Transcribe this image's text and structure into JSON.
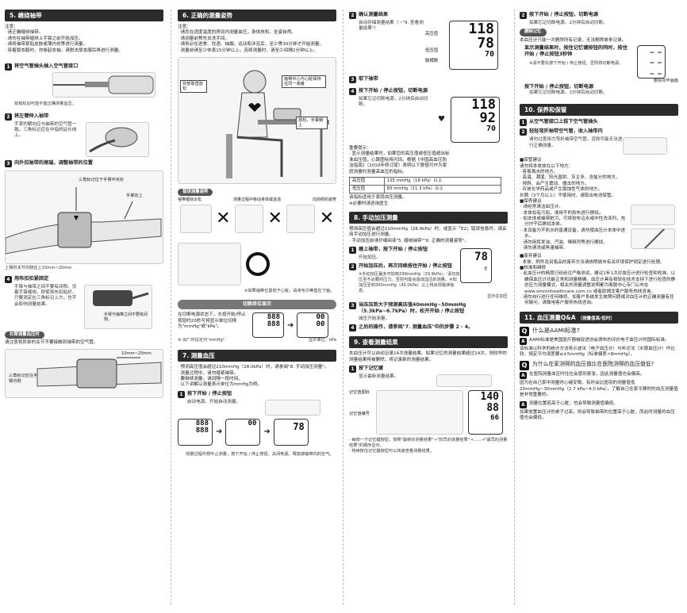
{
  "c1": {
    "title": "5. 缠绕袖带",
    "notes_head": "注意：",
    "notes": [
      "· 请正确缠绕袖带。",
      "· 请勿在袖带缠绕上手臂之前开始加压。",
      "· 请将袖带紧贴皮肤或薄内衣等进行测量。",
      "· 穿着厚衣服时，勿卷起衣袖，请脱去厚衣服后再进行测量。"
    ],
    "s1_title": "将空气管插头插入空气管接口",
    "s1_note": "如有松动可能不能正确测量血压。",
    "s2_title": "将左臂伸入袖带",
    "s2_text": "手掌的朝向应与袖带的空气管一致。三角标记应在中指的延长线上。",
    "s3_title": "向外拉袖带的尾端，调整袖带的位置",
    "s3_label1": "三角标记位于手臂中央处",
    "s3_label2": "手掌向上",
    "s3_measure": "上臂肘关节内侧往上10mm~20mm",
    "s4_title": "用布扣扣紧固定",
    "s4_text": "手臂与袖带之间不要有间隙。没着手臂缠绕。即使将布扣粘好，只要测定在三角标记上方，也不会影响测量结果。",
    "s4_label": "手臂与袖带之间不要有间隙。",
    "right_pill": "右臂测量血压时",
    "right_text": "请注意将肘部的关节不要接触到袖带的空气管。",
    "right_measure": "10mm~20mm",
    "right_label": "三角标记应在手臂内侧"
  },
  "c2": {
    "title": "6. 正确的测量姿势",
    "notes_head": "注意：",
    "notes": [
      "· 请您在适度温度的房间内测量血压，身体放松，坐姿自然。",
      "· 请测量前预先去洗手间。",
      "· 请务必在进食、饮酒、抽烟、运动和沐浴后，至少等30分钟才开始测量。",
      "· 测量前请至少休息15分钟以上，连续测量时，请至少间隔2分钟以上。"
    ],
    "callout1": "背部靠直放松",
    "callout2": "袖带中心与心脏保持在同一高度",
    "callout3": "放松，手掌朝上",
    "wrong_pill": "错误测量姿势",
    "wrong1": "袖带缠绕太松",
    "wrong2": "测量过程中移动身体或说话",
    "wrong3": "向前倾的姿势",
    "ok_note": "※如果袖带位置低于心脏，请将毛巾等垫在下面。",
    "unit_pill": "切换单位显示",
    "unit_text": "在切断电源状态下，长按开始/停止按钮约20秒可将显示单位切换为\"mmHg\"或\"kPa\"。",
    "unit_note": "※ 出厂时设定为\"mmHg\"",
    "unit_label": "显示单位：kPa",
    "s7_title": "7. 测量血压",
    "s7_notes": [
      "· 预测高压值会超过210mmHg（28.0kPa）时，请参阅\"8. 手动加压测量\"。",
      "· 测量过程中，请勿缠紧袖带。",
      "· 要继续测量，请间隔一段时间。",
      "· 以下讲解以测量表示单位为mmHg为例。"
    ],
    "s7_s1_title": "按下开始 / 停止按钮",
    "s7_s1_text": "启动电源，开始自动测量。",
    "s7_bottom": "测量过程中想中止测量，按下开始 / 停止按钮，关闭电源。释放掉袖带内的空气。",
    "lcd_placeholder": "888",
    "lcd_zero": "00",
    "lcd_78": "78"
  },
  "c3": {
    "s2_title": "确认测量结果",
    "s2_text": "自动存储测量结果（☞\"9. 查看测量结果\"）",
    "lbl_high": "高压值",
    "lbl_low": "低压值",
    "lbl_pulse": "脉搏数",
    "v_high": "118",
    "v_low": "78",
    "v_pulse": "70",
    "s3_title": "取下袖带",
    "s4_title": "按下开始 / 停止按钮，切断电源",
    "s4_text": "如果忘记切断电源，2分钟后自动切断。",
    "v2_high": "118",
    "v2_low": "92",
    "v2_pulse": "70",
    "tip_head": "重要提示：",
    "tip_text": "· 显示测量结果时，如果您的高压值或低压值超出标准血压值，心跳图标将闪烁。根据《中国高血压防治指南》（2010年修订版）表明以下数值可作为家庭测量时测量高血压的指标。",
    "table": [
      [
        "高压值",
        "135 mmHg（18 kPa）以上"
      ],
      [
        "低压值",
        "85 mmHg（11.3 kPa）以上"
      ]
    ],
    "table_note1": "该指标适用于家庭血压测量。",
    "table_note2": "※必要时请咨询医生",
    "s8_title": "8. 手动加压测量",
    "s8_text": "预测高压值会超过210mmHg（28.0kPa）时，或显示「E2」错误信息时，请采用手动加压进行测量。",
    "s8_note": "· 手动加压前请仔细阅读\"5. 缠绕袖带\"\"6. 正确的测量姿势\"。",
    "s8_s1_title": "缠上袖带，按下开始 / 停止按钮",
    "s8_s1_text": "开始加压。",
    "s8_s2_title": "开始加压后，再次持续按住开始 / 停止按钮",
    "s8_s2_text": "※手动加压最多可加到299mmHg（39.9kPa），请勿加压至不必要的压力。否则可能会造成血压的测量。※如加压至到300mmHg（40.0kPa）以上将出现错误信息。",
    "s8_s2_label": "显示在加压",
    "s8_s3_title": "当压压到大于预测高压值40mmHg~50mmHg（5.3kPa~6.7kPa）时，松开开始 / 停止按钮",
    "s8_s3_text": "减压开始测量。",
    "s8_s4_title": "之后的操作，请参阅\"7. 测量血压\"中的步骤 2 - 4。",
    "s9_title": "9. 查看测量结果",
    "s9_text": "本血压计可以自动记录14次测量结果。如果记忆的测量结果超过14次，则较早的测量结果将被删除，将记录新的测量结果。",
    "s9_s1_title": "按下记忆键",
    "s9_s1_text": "显示最新测量结果。",
    "mem_icon_label": "记忆值图标",
    "mem_no_label": "记忆值编号",
    "v3_high": "140",
    "v3_low": "88",
    "v3_pulse": "66",
    "s9_bullets": [
      "· 每按一下记忆键按钮，按照\"最新的测量结果\"→\"较早的测量结果\"→……→\"最早的测量结果\"的顺序显示。",
      "· 持续按住记忆键按钮可以快速查看测量结果。"
    ]
  },
  "c4": {
    "s2_title": "按下开始 / 停止按钮，切断电源",
    "s2_text": "如果忘记切断电源，2分钟后自动切断。",
    "del_pill": "删除记忆",
    "del_intro": "本血压计只能一次删除所有记录，无法删除单条记录。",
    "d1_title": "显示测量结果时，按住记忆键按钮的同时，按住开始 / 停止按钮3秒钟",
    "d1_note": "※请不要先按下开始 / 停止按钮，否则将切断电源。",
    "d1_label": "删除完毕画面",
    "d2_title": "按下开始 / 停止按钮，切断电源",
    "d2_text": "如果忘记切断电源，2分钟后自动切断。",
    "s10_title": "10. 保养和保管",
    "s10_s1_title": "从空气管接口上拔下空气管插头",
    "s10_s2_title": "轻轻弯折袖带空气管，收入袖带内",
    "s10_s2_text": "请勿过度用力弯折袖带空气管。否则可能无法进行正确测量。",
    "storage_head": "■保管建议",
    "storage_intro": "请勿将本体放在以下地方：",
    "storage": [
      "· 容易溅水的地方。",
      "· 高温、潮湿、阳光直射、灰尘多、含盐分的地方。",
      "· 倾斜、会产生震动、撞击的地方。",
      "· 存放化学药品或产生腐蚀性气体的地方。",
      "  长期（3个月以上）不使用时，请取出电池保管。"
    ],
    "care_head": "■保养建议",
    "care": [
      "· 请经常清洁血压计。",
      "· 本体如有污垢，请用干的软布进行擦拭。",
      "· 如本体或袖带脏污，可将软布沾水或中性洗涤剂，充分拧干后擦拭本体。",
      "· 本设备为不防水的普通设备，请勿使血压计本体中进水。",
      "· 请勿用挥发油、汽油、稀释剂等进行擦拭。",
      "· 请勿清洗或再灌袖带。"
    ],
    "dispose_head": "■废弃建议",
    "dispose": "· 本体、附件及另售品的废弃方法请依照城市有关环境保护规定进行处理。",
    "calib_head": "■校准和维修",
    "calib": [
      "· 此血压计的精度已经经过严格测试，建议1年1次对血压计进行检查和校准。以确保血压计功能正常和测量精确。血压计具有相较在技术支持下进行检查的静态压力测量模式，相关的测量调整说明都为客服中心专门公布在 www.omronhealthcare.com.cn 或者欧姆龙客户服务热线咨询。",
      "· 请勿自行进行任何维修。如客户系统发生故障问题或对血压计的正确测量有任何疑问，请致电客户服务热线咨询。"
    ],
    "s11_title": "11. 血压测量Q&A",
    "s11_sub": "（测量值高/低时）",
    "q1": "什么是AAMI标准?",
    "a1": "AAMI标准是美国医疗器械促进协会颁布的评价电子血压计的国际标准。",
    "a1_extra": "该标准以科学的统计方法将示波法（电子血压计）与听诊法（水银血压计）作比较，规定平均误差要≤±5mmHg（标准偏差<8mmHg）。",
    "q2": "为什么在家测得的血压值比在医院测得的血压值低?",
    "a2": "在医院测量血压时往往会感到紧张，因此测量值也会偏高。",
    "a2_extra": "因为在自己家中测量时心绪安稳，有时会比医院的测量值低20mmHg~30mmHg（2.7 kPa~4.0 kPa），了解自己在家平静时的血压测量值是非常重要的。",
    "a3": "测量位置若高于心脏，也会导致测量值偏低。",
    "a3_extra": "如果放置血压计的桌子过高，则会导致袖带的位置高于心脏，而此时测量的血压值也会偏低。"
  }
}
